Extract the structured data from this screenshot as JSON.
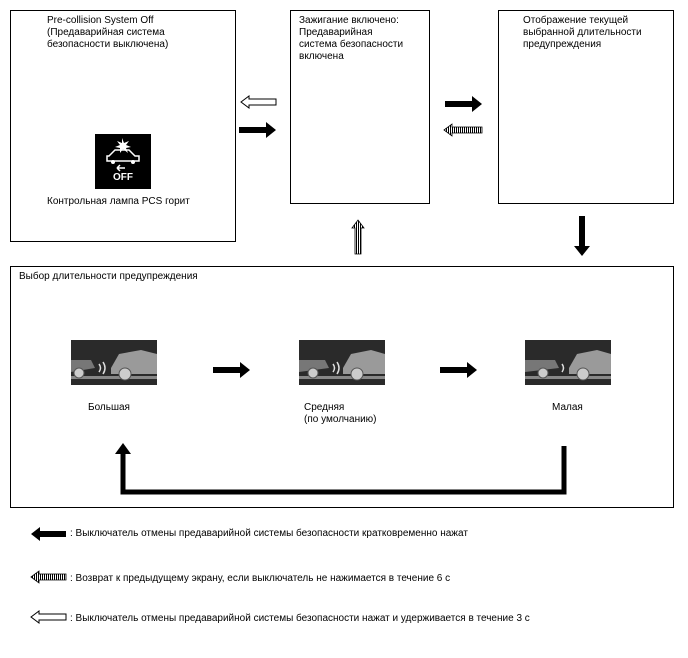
{
  "states": {
    "pcs_off": {
      "title": "Pre-collision System Off\n(Предаварийная система\nбезопасности выключена)",
      "indicator_caption": "Контрольная лампа PCS горит",
      "indicator_icon": "pcs-off-indicator-icon",
      "indicator_text": "OFF"
    },
    "ignition_on": {
      "title": "Зажигание включено:\nПредаварийная\nсистема безопасности\nвключена"
    },
    "current_display": {
      "title": "Отображение текущей\nвыбранной длительности\nпредупреждения"
    }
  },
  "selection": {
    "title": "Выбор длительности предупреждения",
    "options": [
      {
        "label": "Большая",
        "icon": "car-warning-large-icon"
      },
      {
        "label": "Средняя\n(по умолчанию)",
        "icon": "car-warning-medium-icon"
      },
      {
        "label": "Малая",
        "icon": "car-warning-small-icon"
      }
    ]
  },
  "legend": [
    {
      "icon": "solid-arrow-icon",
      "text": ": Выключатель отмены предаварийной системы безопасности кратковременно нажат"
    },
    {
      "icon": "hatched-arrow-icon",
      "text": ": Возврат к предыдущему экрану, если выключатель не нажимается в течение 6 с"
    },
    {
      "icon": "outline-arrow-icon",
      "text": ": Выключатель отмены предаварийной системы безопасности нажат и удерживается в течение 3 с"
    }
  ],
  "colors": {
    "line": "#000000",
    "icon_bg": "#000000",
    "thumb_bg": "#2a2a2a"
  }
}
